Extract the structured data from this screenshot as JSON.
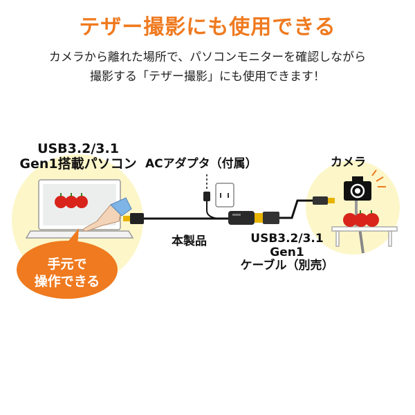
{
  "header": {
    "title": "テザー撮影にも使用できる",
    "desc_line1": "カメラから離れた場所で、パソコンモニターを確認しながら",
    "desc_line2": "撮影する「テザー撮影」にも使用できます！"
  },
  "labels": {
    "pc_line1": "USB3.2/3.1",
    "pc_line2": "Gen1搭載パソコン",
    "ac_adapter": "ACアダプタ（付属）",
    "product": "本製品",
    "cable_line1": "USB3.2/3.1",
    "cable_line2": "Gen1",
    "cable_line3": "ケーブル（別売）",
    "camera": "カメラ"
  },
  "bubble": {
    "line1": "手元で",
    "line2": "操作できる"
  },
  "colors": {
    "accent": "#ef7a1f",
    "halo": "#fdf6c9",
    "cable": "#111111",
    "connector": "#e8b400",
    "apple": "#d8241a"
  }
}
